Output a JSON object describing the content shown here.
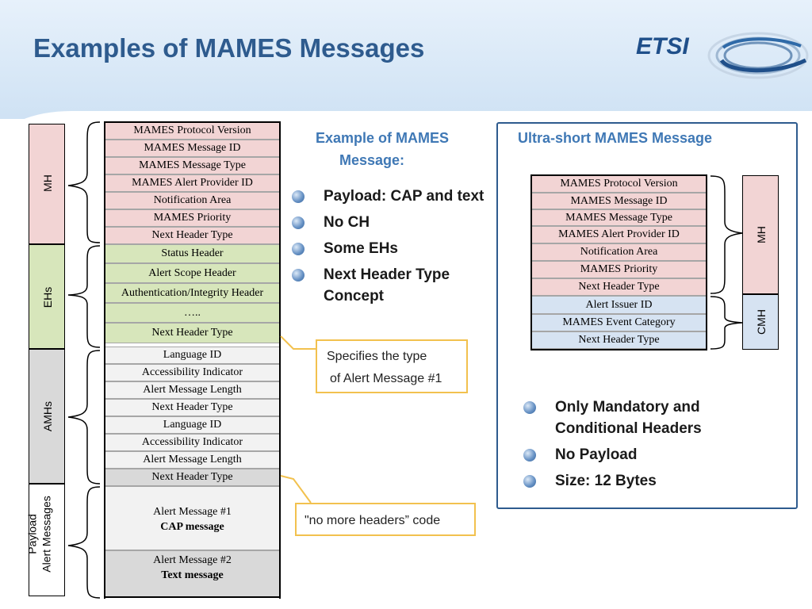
{
  "title": "Examples of MAMES Messages",
  "logo_text": "ETSI",
  "left_table": {
    "rows": [
      {
        "label": "MAMES Protocol Version"
      },
      {
        "label": "MAMES Message ID"
      },
      {
        "label": "MAMES Message Type"
      },
      {
        "label": "MAMES Alert Provider ID"
      },
      {
        "label": "Notification Area"
      },
      {
        "label": "MAMES Priority"
      },
      {
        "label": "Next Header Type"
      },
      {
        "label": "Status Header"
      },
      {
        "label": "Alert Scope Header"
      },
      {
        "label": "Authentication/Integrity Header"
      },
      {
        "label": "….."
      },
      {
        "label": "Next Header Type"
      },
      {
        "label": "Language ID"
      },
      {
        "label": "Accessibility Indicator"
      },
      {
        "label": "Alert Message Length"
      },
      {
        "label": "Next Header Type"
      },
      {
        "label": "Language ID"
      },
      {
        "label": "Accessibility Indicator"
      },
      {
        "label": "Alert Message Length"
      },
      {
        "label": "Next Header Type"
      }
    ],
    "payload1": {
      "line1": "Alert Message #1",
      "line2": "CAP message"
    },
    "payload2": {
      "line1": "Alert Message #2",
      "line2": "Text message"
    },
    "side_labels": {
      "mh": "MH",
      "ehs": "EHs",
      "amhs": "AMHs",
      "payload1": "Payload",
      "payload2": "Alert Messages"
    }
  },
  "example": {
    "heading_line1": "Example of MAMES",
    "heading_line2": "Message:",
    "bullets": [
      "Payload: CAP and text",
      "No CH",
      "Some EHs",
      "Next Header Type",
      "Concept"
    ],
    "callout1_line1": "Specifies the type",
    "callout1_line2": "of Alert Message #1",
    "callout2": "\"no more headers” code"
  },
  "ultra": {
    "heading": "Ultra-short MAMES Message",
    "rows": [
      {
        "label": "MAMES Protocol Version"
      },
      {
        "label": "MAMES Message ID"
      },
      {
        "label": "MAMES Message Type"
      },
      {
        "label": "MAMES Alert Provider ID"
      },
      {
        "label": "Notification Area"
      },
      {
        "label": "MAMES Priority"
      },
      {
        "label": "Next Header Type"
      },
      {
        "label": "Alert Issuer ID"
      },
      {
        "label": "MAMES Event Category"
      },
      {
        "label": "Next Header Type"
      }
    ],
    "side_labels": {
      "mh": "MH",
      "cmh": "CMH"
    },
    "bullets": [
      "Only Mandatory and",
      "Conditional Headers",
      "No Payload",
      "Size: 12 Bytes"
    ]
  },
  "colors": {
    "title": "#2e5b8e",
    "pink": "#f2d4d4",
    "green": "#d7e6bb",
    "blue": "#d6e3f2",
    "callout_border": "#f2c14e"
  }
}
